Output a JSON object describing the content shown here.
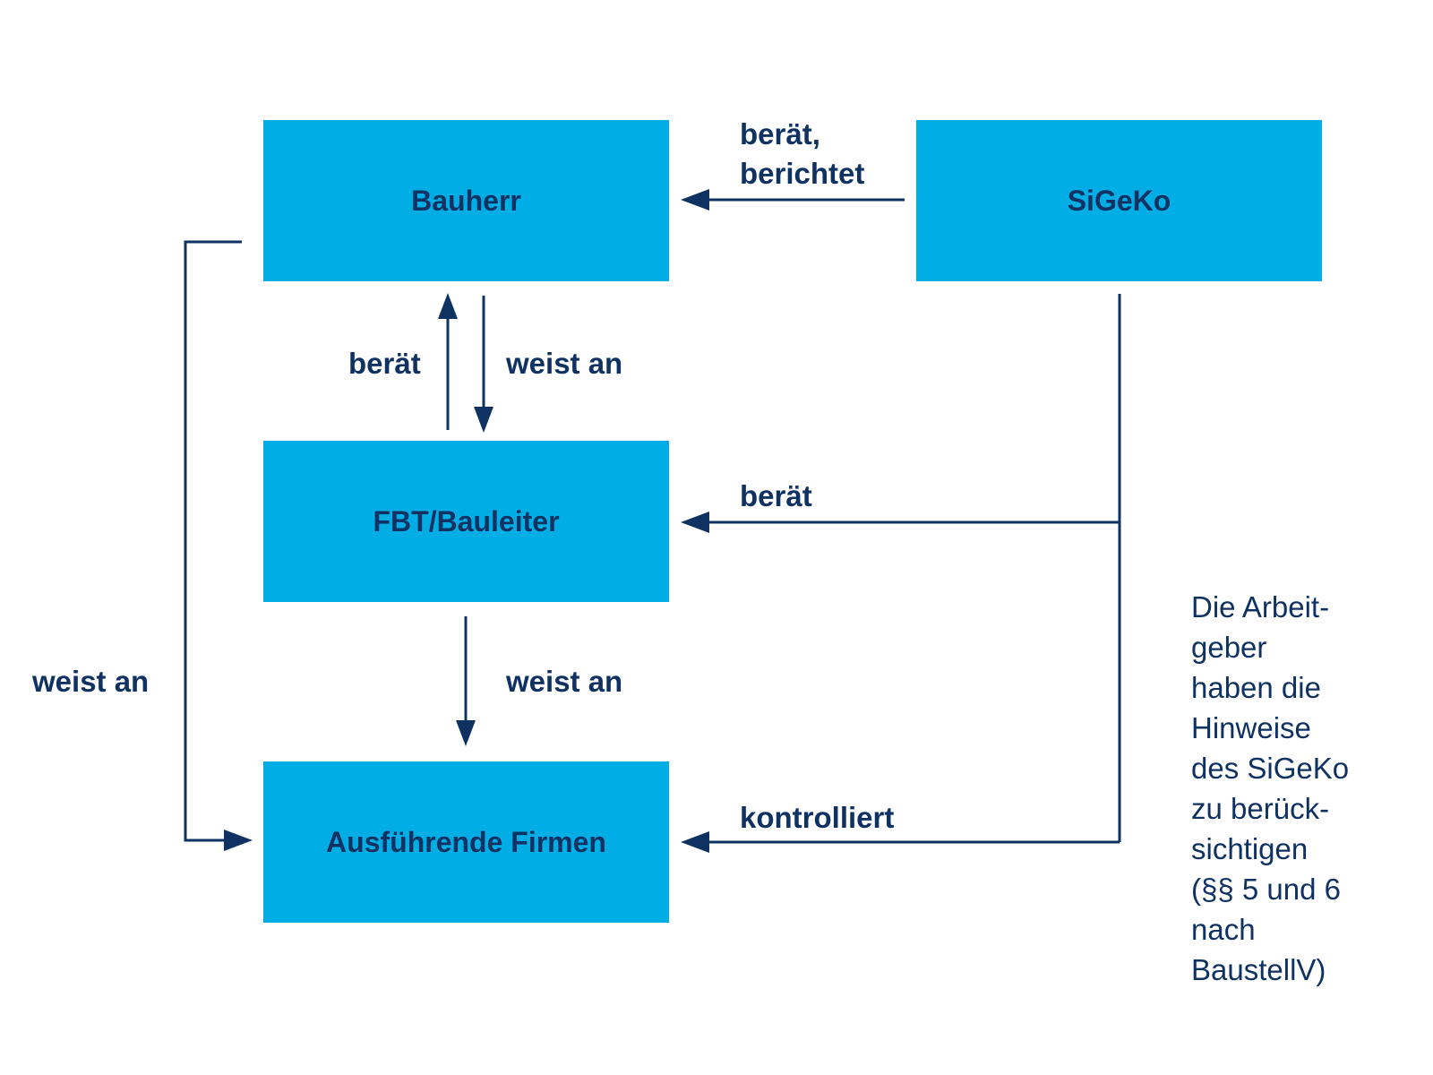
{
  "colors": {
    "box_fill": "#00aee5",
    "text": "#0f3263",
    "line": "#0f3263"
  },
  "nodes": {
    "bauherr": "Bauherr",
    "sigeko": "SiGeKo",
    "fbt": "FBT/Bauleiter",
    "firmen": "Ausführende Firmen"
  },
  "edges": {
    "sigeko_to_bauherr_line1": "berät,",
    "sigeko_to_bauherr_line2": "berichtet",
    "fbt_to_bauherr": "berät",
    "bauherr_to_fbt": "weist an",
    "sigeko_to_fbt": "berät",
    "fbt_to_firmen": "weist an",
    "bauherr_to_firmen": "weist an",
    "sigeko_to_firmen": "kontrolliert"
  },
  "note": {
    "lines": [
      "Die Arbeit-",
      "geber",
      "haben die",
      "Hinweise",
      "des SiGeKo",
      "zu berück-",
      "sichtigen",
      "(§§ 5 und 6",
      "nach",
      "BaustellV)"
    ]
  }
}
